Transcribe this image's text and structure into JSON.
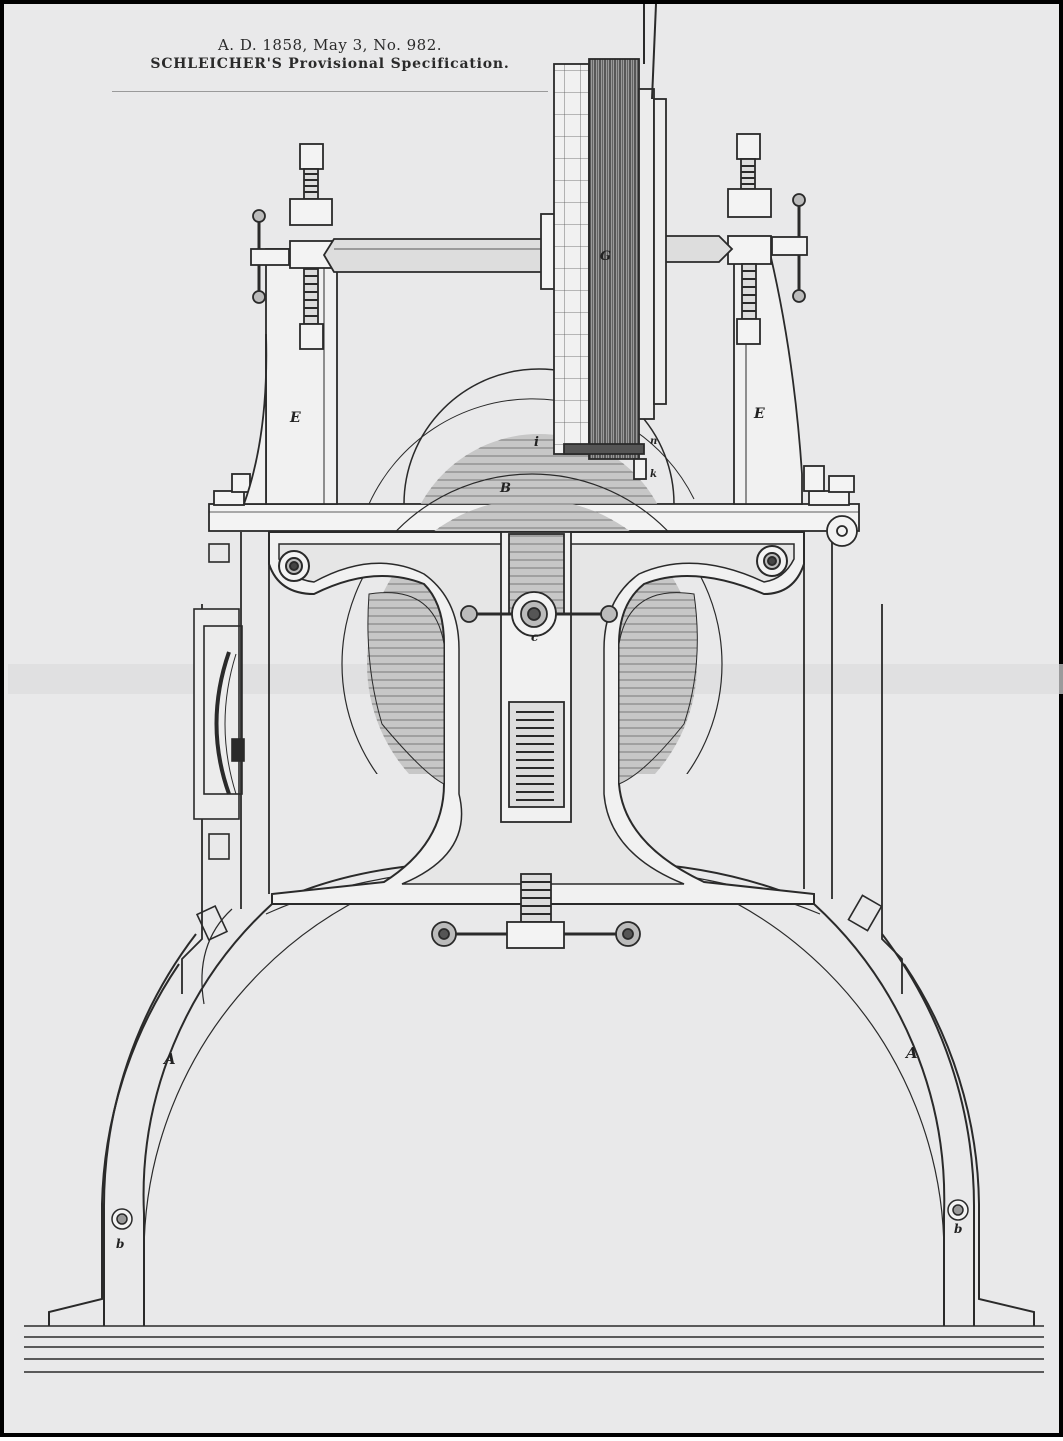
{
  "title": {
    "line1": "A. D. 1858, May 3, No. 982.",
    "line2": "SCHLEICHER'S Provisional Specification."
  },
  "labels": {
    "frame_left": "A",
    "frame_right": "A",
    "bracket_left": "E",
    "bracket_right": "E",
    "disc": "B",
    "wheel": "G",
    "screw_center": "c",
    "bolt_left": "b",
    "bolt_right": "b",
    "mark_i": "i",
    "mark_n": "n",
    "mark_k": "k"
  },
  "colors": {
    "paper": "#e9e9ea",
    "ink": "#2a2a2a",
    "border": "#000000"
  }
}
